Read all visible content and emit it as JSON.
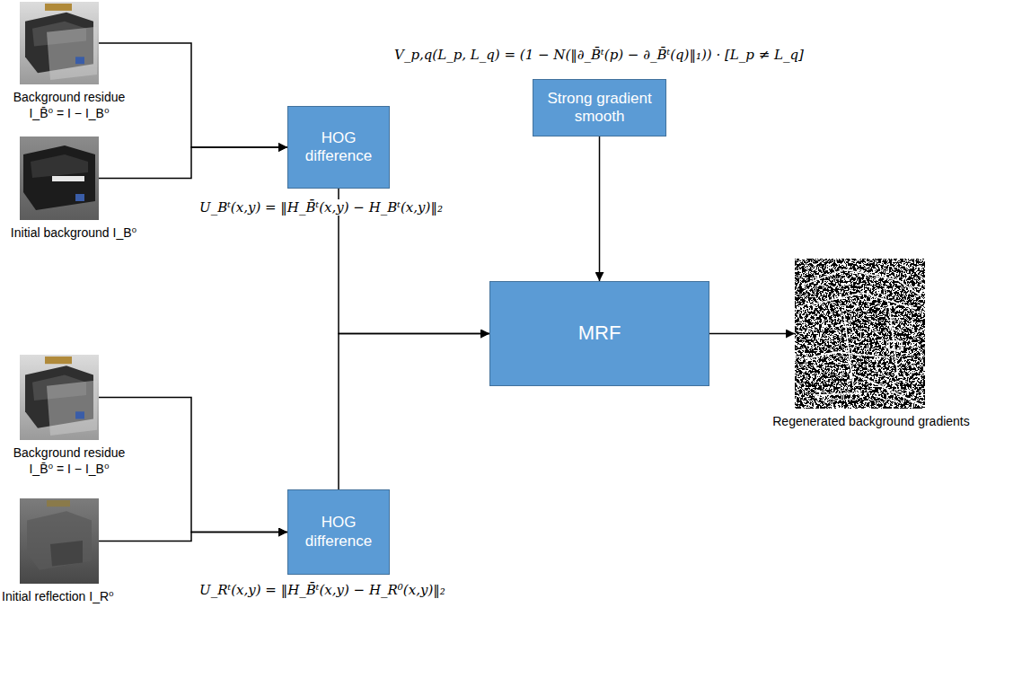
{
  "diagram": {
    "nodes": [
      {
        "text": [
          "Background residue I_B̄⁰ = I − I_B⁰"
        ]
      },
      {
        "text": [
          "Initial background I_B⁰"
        ]
      },
      {
        "text": [
          "HOG difference"
        ]
      },
      {
        "text": [
          "Strong gradient smooth"
        ]
      },
      {
        "text": [
          "MRF"
        ]
      },
      {
        "text": [
          "Regenerated background gradients"
        ]
      },
      {
        "text": [
          "Background residue I_B̄⁰ = I − I_B⁰"
        ]
      },
      {
        "text": [
          "Initial reflection I_R⁰"
        ]
      },
      {
        "text": [
          "HOG difference"
        ]
      }
    ],
    "edges": [
      {
        "from": 0,
        "to": 2,
        "arrow": "to"
      },
      {
        "from": 1,
        "to": 2,
        "arrow": "to"
      },
      {
        "from": 6,
        "to": 8,
        "arrow": "to"
      },
      {
        "from": 7,
        "to": 8,
        "arrow": "to"
      },
      {
        "from": 2,
        "to": 4,
        "arrow": "to"
      },
      {
        "from": 8,
        "to": 4,
        "arrow": "to"
      },
      {
        "from": 3,
        "to": 4,
        "arrow": "to"
      },
      {
        "from": 4,
        "to": 5,
        "arrow": "to"
      }
    ],
    "labels": [
      "V_p,q(L_p, L_q) = (1 − N(‖∂_B̄ᵗ(p) − ∂_B̄ᵗ(q)‖₁)) · [L_p ≠ L_q]",
      "U_Bᵗ(x,y) = ‖H_B̄ᵗ(x,y) − H_Bᵗ(x,y)‖₂",
      "U_Rᵗ(x,y) = ‖H_B̄ᵗ(x,y) − H_R⁰(x,y)‖₂"
    ]
  }
}
